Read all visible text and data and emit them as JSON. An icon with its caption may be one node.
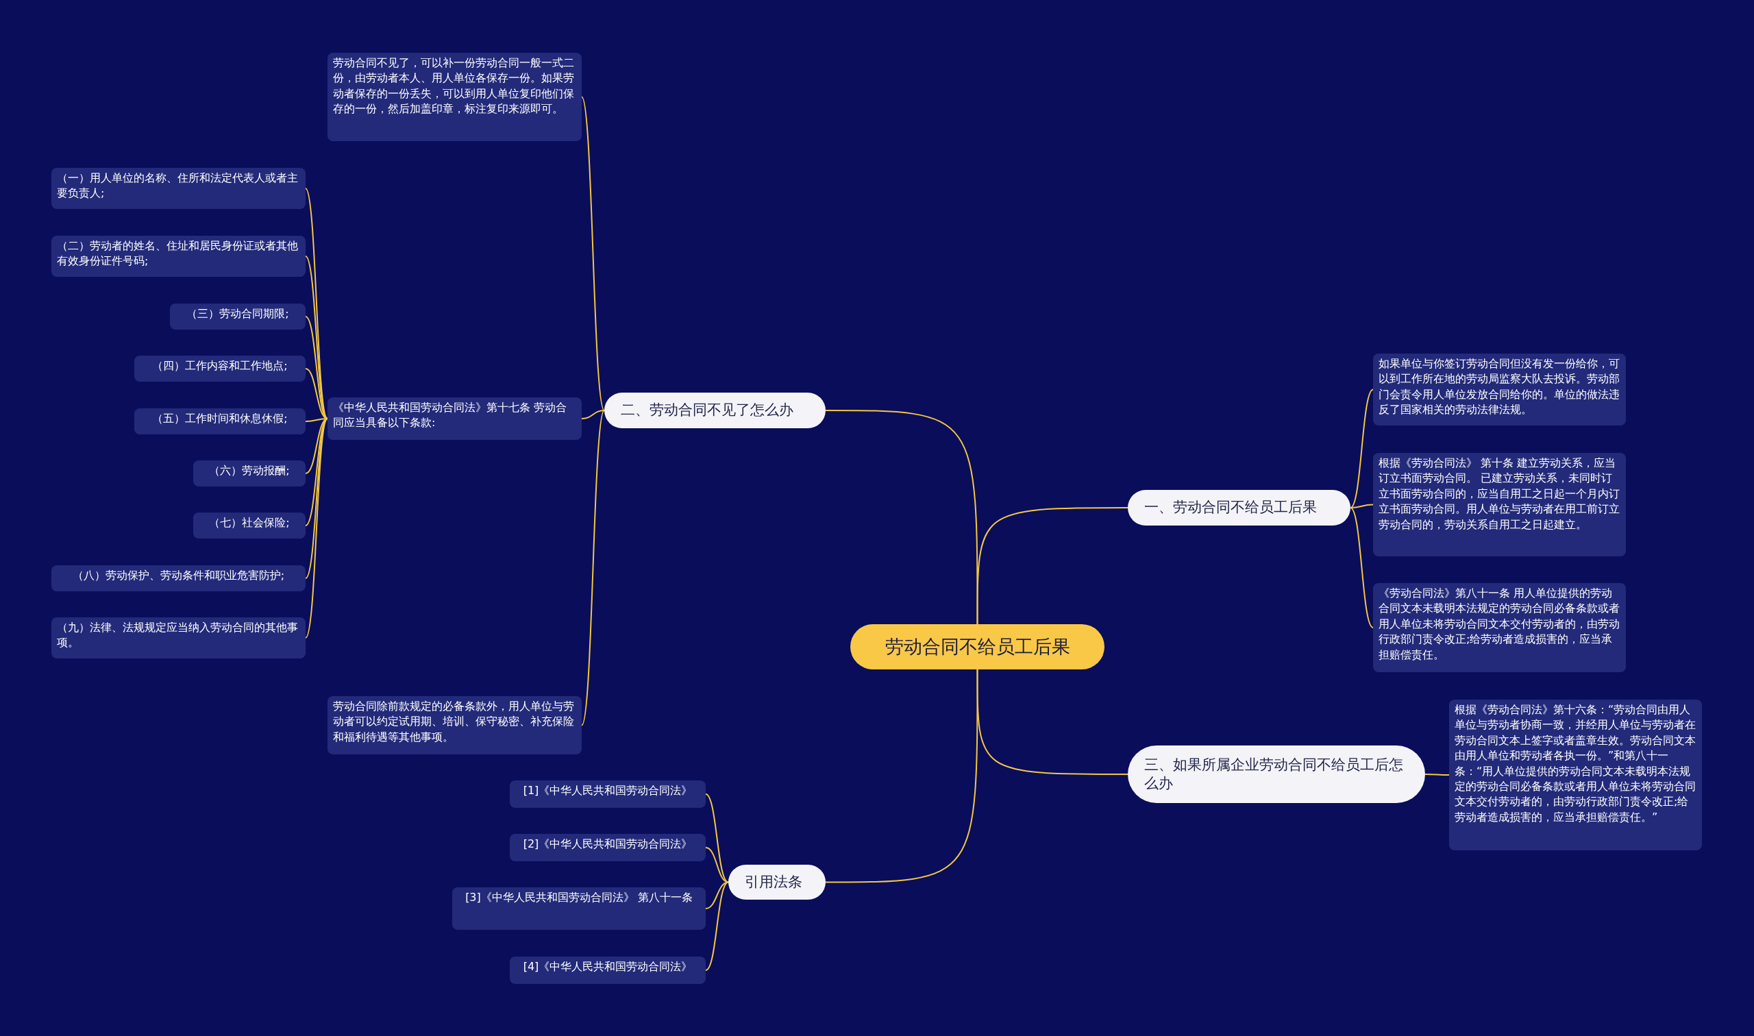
{
  "diagram": {
    "nodes": [
      {
        "text": [
          "劳动合同不给员工后果"
        ]
      },
      {
        "text": [
          "一、劳动合同不给员工后果"
        ]
      },
      {
        "text": [
          "如果单位与你签订劳动合同但没有发一份给你，可以到工作所在地的劳动局监察大队去投诉。劳动部门会责令用人单位发放合同给你的。单位的做法违反了国家相关的劳动法律法规。"
        ]
      },
      {
        "text": [
          "根据《劳动合同法》 第十条 建立劳动关系，应当订立书面劳动合同。 已建立劳动关系，未同时订立书面劳动合同的，应当自用工之日起一个月内订立书面劳动合同。用人单位与劳动者在用工前订立劳动合同的，劳动关系自用工之日起建立。"
        ]
      },
      {
        "text": [
          "《劳动合同法》第八十一条 用人单位提供的劳动合同文本未载明本法规定的劳动合同必备条款或者用人单位未将劳动合同文本交付劳动者的，由劳动行政部门责令改正;给劳动者造成损害的，应当承担赔偿责任。"
        ]
      },
      {
        "text": [
          "三、如果所属企业劳动合同不给员工后怎么办"
        ]
      },
      {
        "text": [
          "根据《劳动合同法》第十六条：“劳动合同由用人单位与劳动者协商一致，并经用人单位与劳动者在劳动合同文本上签字或者盖章生效。劳动合同文本由用人单位和劳动者各执一份。”和第八十一条：“用人单位提供的劳动合同文本未载明本法规定的劳动合同必备条款或者用人单位未将劳动合同文本交付劳动者的，由劳动行政部门责令改正;给劳动者造成损害的，应当承担赔偿责任。”"
        ]
      },
      {
        "text": [
          "二、劳动合同不见了怎么办"
        ]
      },
      {
        "text": [
          "劳动合同不见了，可以补一份劳动合同一般一式二份，由劳动者本人、用人单位各保存一份。如果劳动者保存的一份丢失，可以到用人单位复印他们保存的一份，然后加盖印章，标注复印来源即可。"
        ]
      },
      {
        "text": [
          "《中华人民共和国劳动合同法》第十七条 劳动合同应当具备以下条款:"
        ]
      },
      {
        "text": [
          "（一）用人单位的名称、住所和法定代表人或者主要负责人;"
        ]
      },
      {
        "text": [
          "（二）劳动者的姓名、住址和居民身份证或者其他有效身份证件号码;"
        ]
      },
      {
        "text": [
          "（三）劳动合同期限;"
        ]
      },
      {
        "text": [
          "（四）工作内容和工作地点;"
        ]
      },
      {
        "text": [
          "（五）工作时间和休息休假;"
        ]
      },
      {
        "text": [
          "（六）劳动报酬;"
        ]
      },
      {
        "text": [
          "（七）社会保险;"
        ]
      },
      {
        "text": [
          "（八）劳动保护、劳动条件和职业危害防护;"
        ]
      },
      {
        "text": [
          "（九）法律、法规规定应当纳入劳动合同的其他事项。"
        ]
      },
      {
        "text": [
          "劳动合同除前款规定的必备条款外，用人单位与劳动者可以约定试用期、培训、保守秘密、补充保险和福利待遇等其他事项。"
        ]
      },
      {
        "text": [
          "引用法条"
        ]
      },
      {
        "text": [
          "[1]《中华人民共和国劳动合同法》"
        ]
      },
      {
        "text": [
          "[2]《中华人民共和国劳动合同法》"
        ]
      },
      {
        "text": [
          "[3]《中华人民共和国劳动合同法》 第八十一条"
        ]
      },
      {
        "text": [
          "[4]《中华人民共和国劳动合同法》"
        ]
      }
    ],
    "edges": [
      {
        "from": 0,
        "to": 1,
        "arrow": "none"
      },
      {
        "from": 1,
        "to": 2,
        "arrow": "none"
      },
      {
        "from": 1,
        "to": 3,
        "arrow": "none"
      },
      {
        "from": 1,
        "to": 4,
        "arrow": "none"
      },
      {
        "from": 0,
        "to": 5,
        "arrow": "none"
      },
      {
        "from": 5,
        "to": 6,
        "arrow": "none"
      },
      {
        "from": 0,
        "to": 7,
        "arrow": "none"
      },
      {
        "from": 7,
        "to": 8,
        "arrow": "none"
      },
      {
        "from": 7,
        "to": 9,
        "arrow": "none"
      },
      {
        "from": 9,
        "to": 10,
        "arrow": "none"
      },
      {
        "from": 9,
        "to": 11,
        "arrow": "none"
      },
      {
        "from": 9,
        "to": 12,
        "arrow": "none"
      },
      {
        "from": 9,
        "to": 13,
        "arrow": "none"
      },
      {
        "from": 9,
        "to": 14,
        "arrow": "none"
      },
      {
        "from": 9,
        "to": 15,
        "arrow": "none"
      },
      {
        "from": 9,
        "to": 16,
        "arrow": "none"
      },
      {
        "from": 9,
        "to": 17,
        "arrow": "none"
      },
      {
        "from": 9,
        "to": 18,
        "arrow": "none"
      },
      {
        "from": 7,
        "to": 19,
        "arrow": "none"
      },
      {
        "from": 0,
        "to": 20,
        "arrow": "none"
      },
      {
        "from": 20,
        "to": 21,
        "arrow": "none"
      },
      {
        "from": 20,
        "to": 22,
        "arrow": "none"
      },
      {
        "from": 20,
        "to": 23,
        "arrow": "none"
      },
      {
        "from": 20,
        "to": 24,
        "arrow": "none"
      }
    ]
  }
}
